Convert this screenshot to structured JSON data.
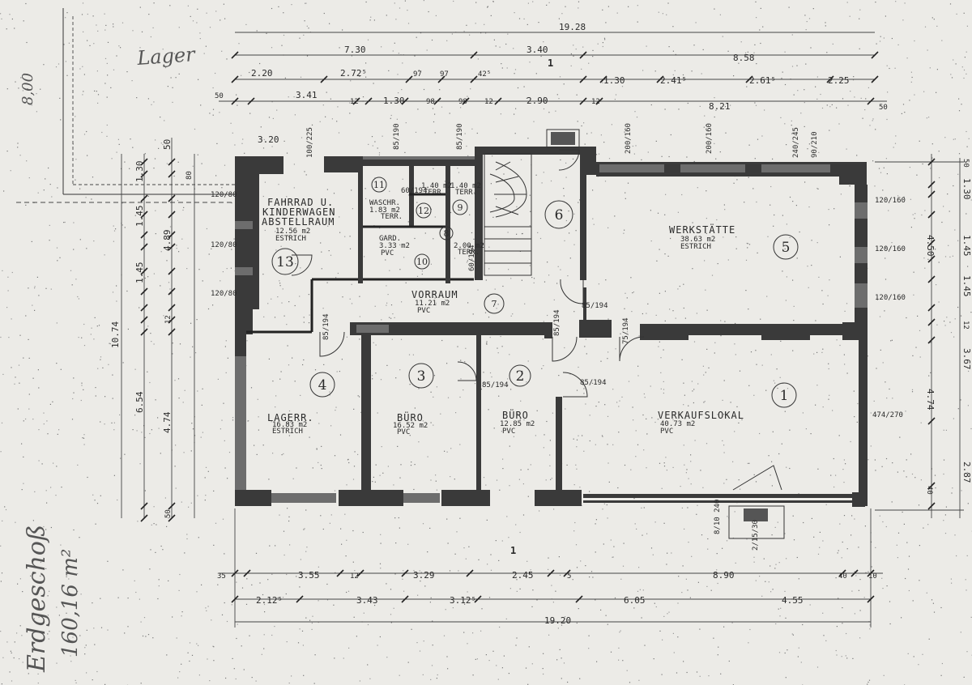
{
  "plan": {
    "title": "Erdgeschoß",
    "area": "160,16 m²",
    "corner_note": "Lager",
    "corner_dim": "8,00",
    "cut_marker": "1",
    "rooms": [
      {
        "no": "1",
        "name": "VERKAUFSLOKAL",
        "area": "40.73 m2",
        "floor": "PVC"
      },
      {
        "no": "2",
        "name": "BÜRO",
        "area": "12.85 m2",
        "floor": "PVC"
      },
      {
        "no": "3",
        "name": "BÜRO",
        "area": "16.52 m2",
        "floor": "PVC"
      },
      {
        "no": "4",
        "name": "LAGERR.",
        "area": "16.83 m2",
        "floor": "ESTRICH"
      },
      {
        "no": "5",
        "name": "WERKSTÄTTE",
        "area": "38.63 m2",
        "floor": "ESTRICH"
      },
      {
        "no": "6",
        "name": "",
        "area": "",
        "floor": ""
      },
      {
        "no": "7",
        "name": "VORRAUM",
        "area": "11.21 m2",
        "floor": "PVC"
      },
      {
        "no": "8",
        "name": "",
        "area": "",
        "floor": ""
      },
      {
        "no": "9",
        "name": "",
        "area": "1.40 m2",
        "floor": "TERR."
      },
      {
        "no": "10",
        "name": "",
        "area": "",
        "floor": ""
      },
      {
        "no": "11",
        "name": "WASCHR.",
        "area": "1.83 m2",
        "floor": "TERR."
      },
      {
        "no": "12",
        "name": "",
        "area": "1.40 m2",
        "floor": "TERR."
      },
      {
        "no": "13",
        "name": "FAHRRAD U. KINDERWAGEN ABSTELLRAUM",
        "name_line1": "FAHRRAD U.",
        "name_line2": "KINDERWAGEN",
        "name_line3": "ABSTELLRAUM",
        "area": "12.56 m2",
        "floor": "ESTRICH"
      }
    ],
    "garderobe": {
      "name": "GARD.",
      "area": "3.33 m2",
      "floor": "PVC"
    },
    "wc": {
      "area": "2.00 m2",
      "floor": "TERR."
    },
    "top_dims": {
      "overall": "19.28",
      "row2": [
        "7.30",
        "3.40",
        "8.58"
      ],
      "row3": [
        "2.20",
        "2.72⁵",
        "97",
        "97",
        "42⁵",
        "1.30",
        "2.41⁵",
        "2.61⁵",
        "2.25"
      ],
      "row4": [
        "50",
        "3.41",
        "12",
        "1.30",
        "98",
        "98",
        "12",
        "2.90",
        "12",
        "8.21",
        "50"
      ]
    },
    "bottom_dims": {
      "row1": [
        "35",
        "3.55",
        "12",
        "3.29",
        "2.45",
        "5",
        "8.90",
        "40",
        "10"
      ],
      "row2": [
        "2.12⁵",
        "3.43",
        "3.12⁵",
        "6.05",
        "4.55"
      ],
      "overall": "19.20"
    },
    "left_dims": [
      "50",
      "1.30",
      "4.89",
      "1.45",
      "1.45",
      "12",
      "6.54",
      "4.74",
      "10.74",
      "50",
      "3.20",
      "80"
    ],
    "right_dims": [
      "50",
      "1.30",
      "4.50",
      "1.45",
      "1.45",
      "12",
      "3.67",
      "4.74",
      "2.87",
      "40"
    ],
    "window_labels": [
      "120/80",
      "120/80",
      "120/80",
      "120/160",
      "120/160",
      "120/160",
      "474/270",
      "200/160",
      "200/160",
      "240/245",
      "100/225",
      "85/190",
      "85/190",
      "90/210",
      "60/194",
      "60/194"
    ],
    "door_labels": [
      "85/194",
      "85/194",
      "85/194",
      "85/194",
      "85/194",
      "75/194",
      "2/15/30",
      "8/10 240"
    ]
  }
}
